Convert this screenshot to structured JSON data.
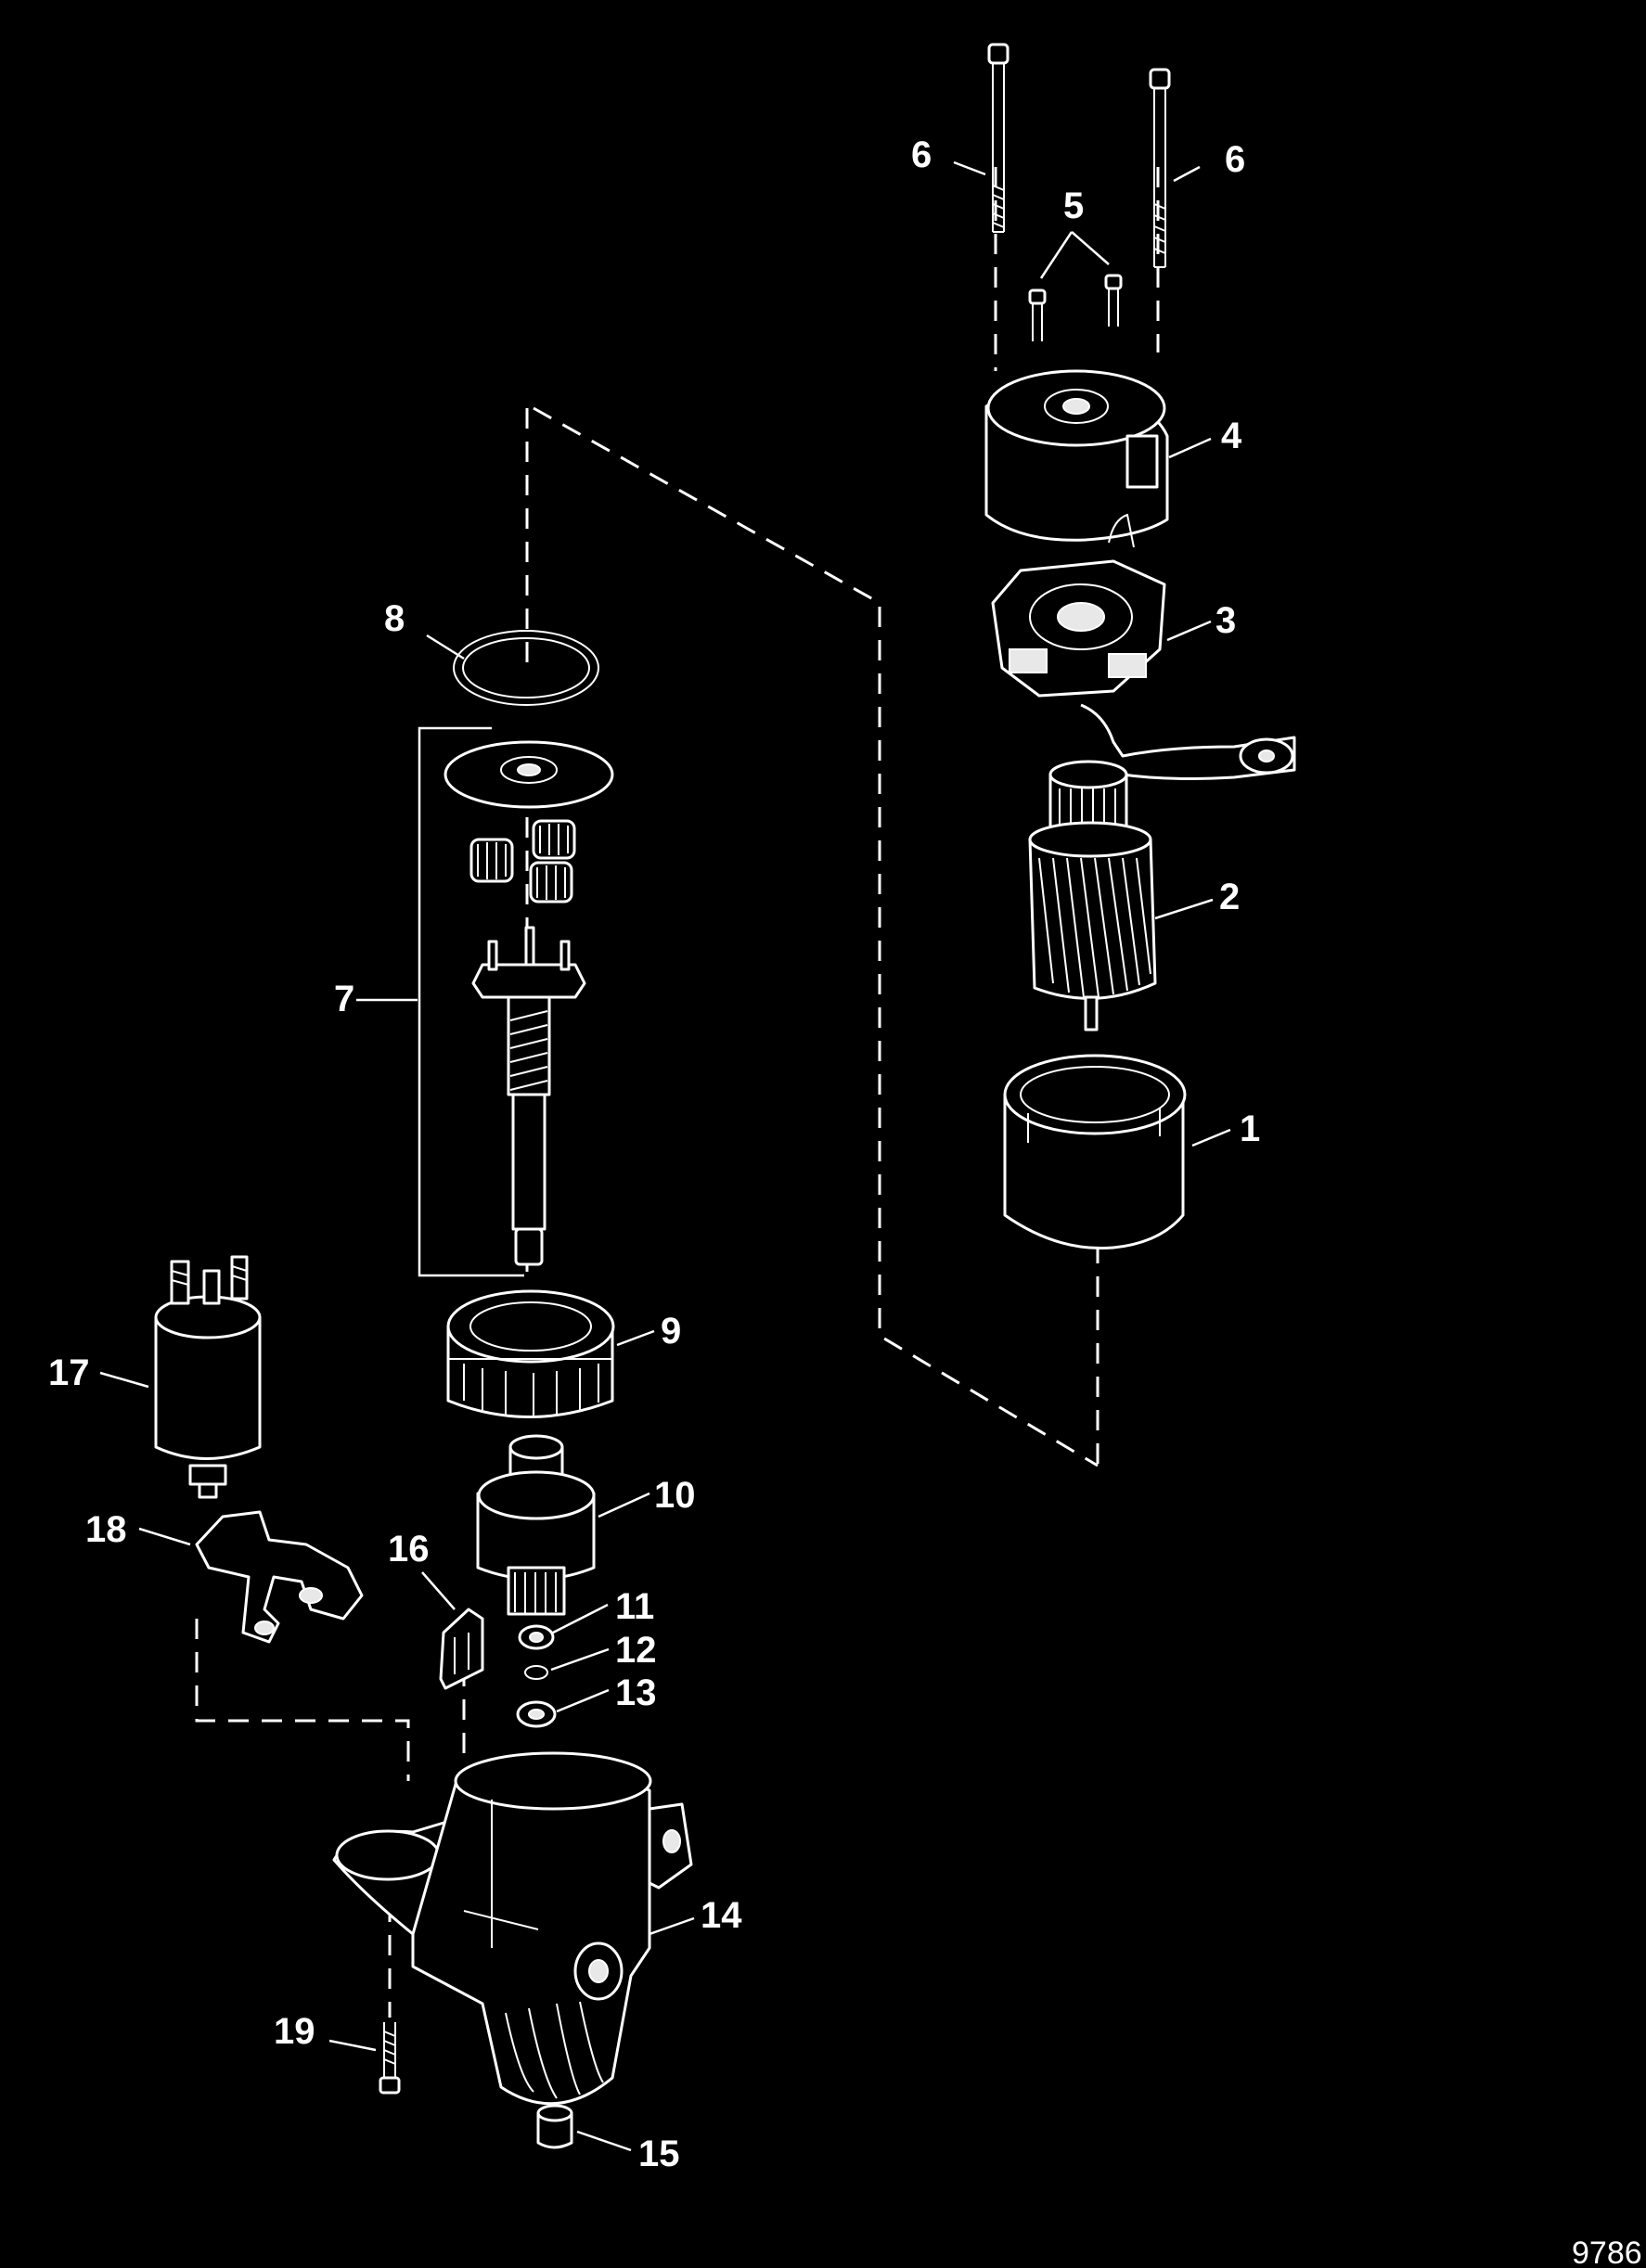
{
  "diagram": {
    "figure_number": "9786",
    "parts": [
      {
        "ref": "1"
      },
      {
        "ref": "2"
      },
      {
        "ref": "3"
      },
      {
        "ref": "4"
      },
      {
        "ref": "5"
      },
      {
        "ref": "6a",
        "label": "6"
      },
      {
        "ref": "6b",
        "label": "6"
      },
      {
        "ref": "7"
      },
      {
        "ref": "8"
      },
      {
        "ref": "9"
      },
      {
        "ref": "10"
      },
      {
        "ref": "11"
      },
      {
        "ref": "12"
      },
      {
        "ref": "13"
      },
      {
        "ref": "14"
      },
      {
        "ref": "15"
      },
      {
        "ref": "16"
      },
      {
        "ref": "17"
      },
      {
        "ref": "18"
      },
      {
        "ref": "19"
      }
    ],
    "labels": {
      "p1": "1",
      "p2": "2",
      "p3": "3",
      "p4": "4",
      "p5": "5",
      "p6a": "6",
      "p6b": "6",
      "p7": "7",
      "p8": "8",
      "p9": "9",
      "p10": "10",
      "p11": "11",
      "p12": "12",
      "p13": "13",
      "p14": "14",
      "p15": "15",
      "p16": "16",
      "p17": "17",
      "p18": "18",
      "p19": "19"
    }
  }
}
